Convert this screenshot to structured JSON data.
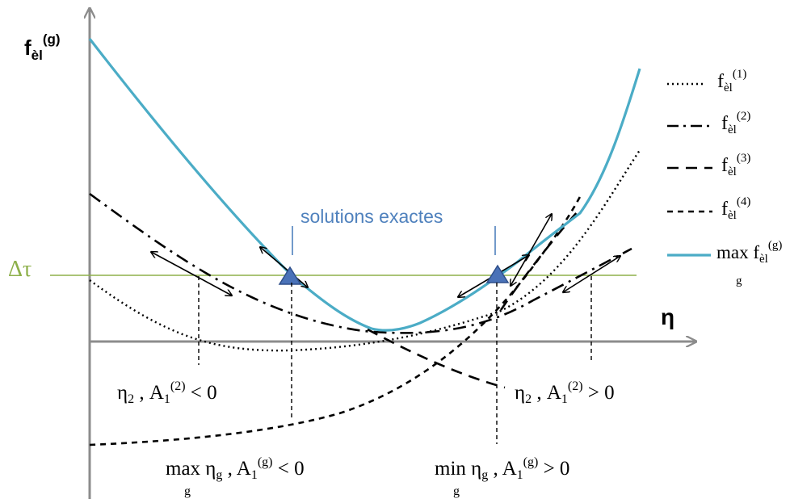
{
  "axes": {
    "y_label_main": "f",
    "y_label_sub": "èl",
    "y_label_sup": "(g)",
    "x_label": "η"
  },
  "threshold": {
    "label": "Δτ",
    "color": "#8db04a"
  },
  "annotation": {
    "text": "solutions exactes",
    "color": "#4f81bd"
  },
  "legend": {
    "items": [
      {
        "main": "f",
        "sub": "èl",
        "sup": "(1)",
        "style": "dotted"
      },
      {
        "main": "f",
        "sub": "èl",
        "sup": "(2)",
        "style": "dashdot"
      },
      {
        "main": "f",
        "sub": "èl",
        "sup": "(3)",
        "style": "dashed"
      },
      {
        "main": "f",
        "sub": "èl",
        "sup": "(4)",
        "style": "short-dashed"
      }
    ],
    "max_item": {
      "prefix": "max f",
      "sub": "èl",
      "sup": "(g)",
      "under": "g",
      "color": "#4bacc6"
    }
  },
  "labels": {
    "left_eta": {
      "main": "η",
      "sub": "2",
      "rest": " , A",
      "sub2": "1",
      "sup": "(2)",
      "tail": " < 0"
    },
    "right_eta": {
      "main": "η",
      "sub": "2",
      "rest": " , A",
      "sub2": "1",
      "sup": "(2)",
      "tail": " > 0"
    },
    "max_eta": {
      "op": "max",
      "main": " η",
      "sub": "g",
      "rest": " , A",
      "sub2": "1",
      "sup": "(g)",
      "tail": " < 0",
      "under": "g"
    },
    "min_eta": {
      "op": "min",
      "main": " η",
      "sub": "g",
      "rest": " , A",
      "sub2": "1",
      "sup": "(g)",
      "tail": " > 0",
      "under": "g"
    }
  },
  "marker_color": "#4a72b8",
  "curve_color": "#4bacc6"
}
